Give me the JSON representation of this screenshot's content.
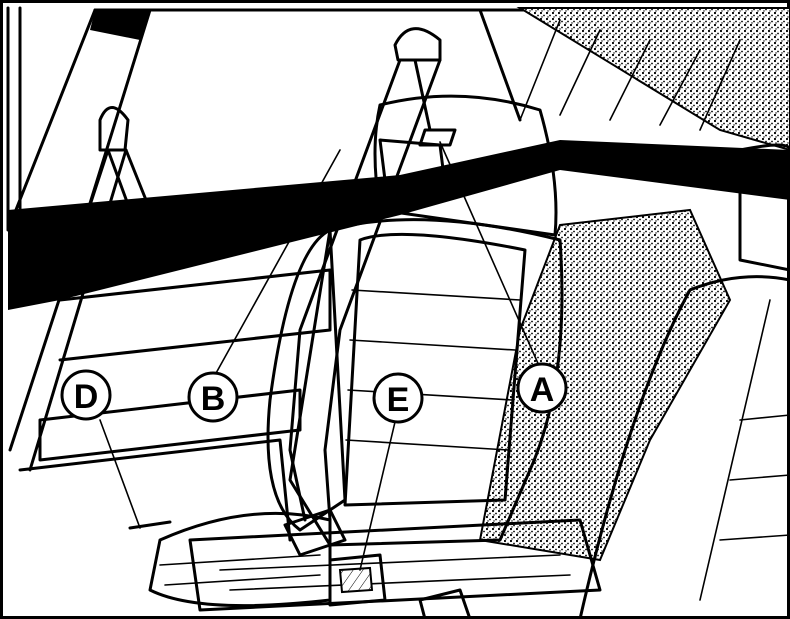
{
  "figure": {
    "callouts": [
      {
        "id": "A",
        "label": "A",
        "part": "upper-belt-anchor"
      },
      {
        "id": "B",
        "label": "B",
        "part": "shoulder-belt"
      },
      {
        "id": "D",
        "label": "D",
        "part": "floor-anchor"
      },
      {
        "id": "E",
        "label": "E",
        "part": "buckle-stalk"
      }
    ],
    "colors": {
      "ink": "#000000",
      "paper": "#ffffff",
      "stipple": "#555555"
    }
  }
}
